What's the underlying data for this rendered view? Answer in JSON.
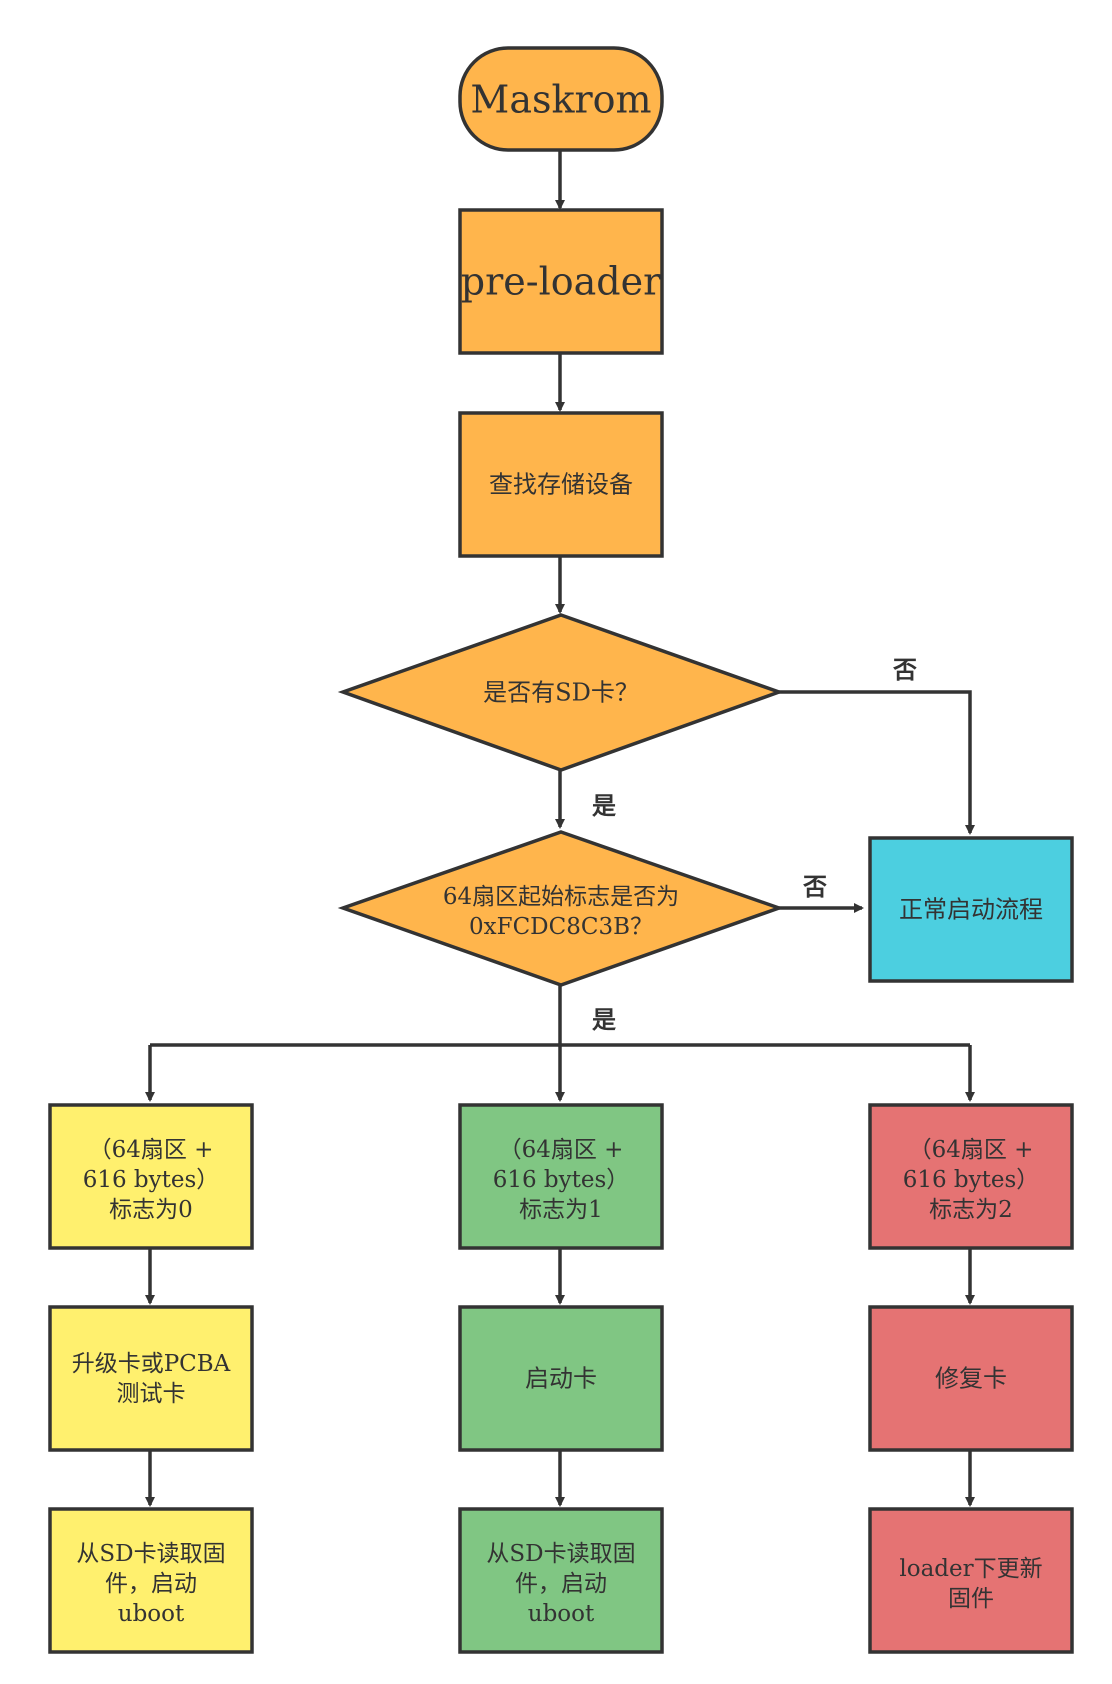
{
  "colors": {
    "orange": "#FFB54C",
    "blue": "#4CCFE0",
    "yellow": "#FFF06E",
    "green": "#80C683",
    "red": "#E57373",
    "stroke": "#333333"
  },
  "nodes": {
    "maskrom": {
      "lines": [
        "Maskrom"
      ]
    },
    "preloader": {
      "lines": [
        "pre-loader"
      ]
    },
    "find_storage": {
      "lines": [
        "查找存储设备"
      ]
    },
    "has_sd": {
      "lines": [
        "是否有SD卡？"
      ]
    },
    "check_flag": {
      "lines": [
        "64扇区起始标志是否为",
        "0xFCDC8C3B？"
      ]
    },
    "normal_boot": {
      "lines": [
        "正常启动流程"
      ]
    },
    "flag0": {
      "lines": [
        "（64扇区 +",
        "616 bytes）",
        "标志为0"
      ]
    },
    "flag1": {
      "lines": [
        "（64扇区 +",
        "616 bytes）",
        "标志为1"
      ]
    },
    "flag2": {
      "lines": [
        "（64扇区 +",
        "616 bytes）",
        "标志为2"
      ]
    },
    "upgrade_card": {
      "lines": [
        "升级卡或PCBA",
        "测试卡"
      ]
    },
    "boot_card": {
      "lines": [
        "启动卡"
      ]
    },
    "repair_card": {
      "lines": [
        "修复卡"
      ]
    },
    "read_fw_0": {
      "lines": [
        "从SD卡读取固",
        "件，启动",
        "uboot"
      ]
    },
    "read_fw_1": {
      "lines": [
        "从SD卡读取固",
        "件，启动",
        "uboot"
      ]
    },
    "loader_update": {
      "lines": [
        "loader下更新",
        "固件"
      ]
    }
  },
  "edge_labels": {
    "no_sd": "否",
    "yes_sd": "是",
    "no_flag": "否",
    "yes_flag": "是"
  }
}
